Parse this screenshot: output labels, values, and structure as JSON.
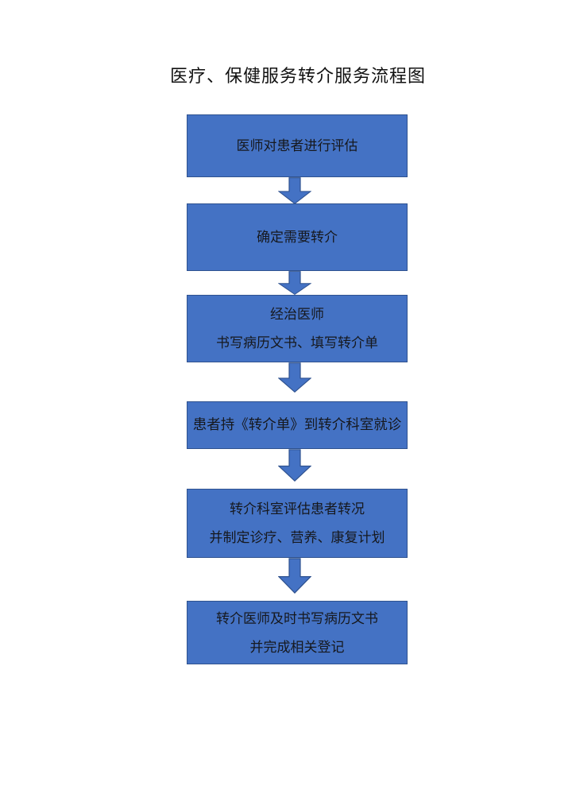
{
  "page": {
    "background": "#ffffff",
    "title": "医疗、保健服务转介服务流程图"
  },
  "flowchart": {
    "colors": {
      "box_fill": "#4472c4",
      "box_border": "#2f528f",
      "box_text": "#16181d",
      "title_text": "#111111"
    },
    "connector_icon": "down-block-arrow",
    "steps": [
      {
        "lines": [
          "医师对患者进行评估"
        ]
      },
      {
        "lines": [
          "确定需要转介"
        ]
      },
      {
        "lines": [
          "经治医师",
          "书写病历文书、填写转介单"
        ]
      },
      {
        "lines": [
          "患者持《转介单》到转介科室就诊"
        ]
      },
      {
        "lines": [
          "转介科室评估患者转况",
          "并制定诊疗、营养、康复计划"
        ]
      },
      {
        "lines": [
          "转介医师及时书写病历文书",
          "并完成相关登记"
        ]
      }
    ]
  }
}
